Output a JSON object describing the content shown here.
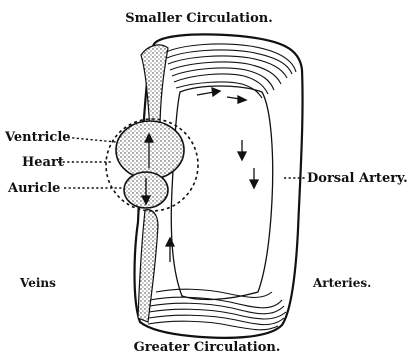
{
  "title": "Smaller Circulation.",
  "bottom_title": "Greater Circulation.",
  "labels": {
    "ventricle": "Ventricle",
    "heart": "Heart",
    "auricle": "Auricle",
    "dorsal_artery": "Dorsal Artery.",
    "veins": "Veins",
    "arteries": "Arteries."
  }
}
